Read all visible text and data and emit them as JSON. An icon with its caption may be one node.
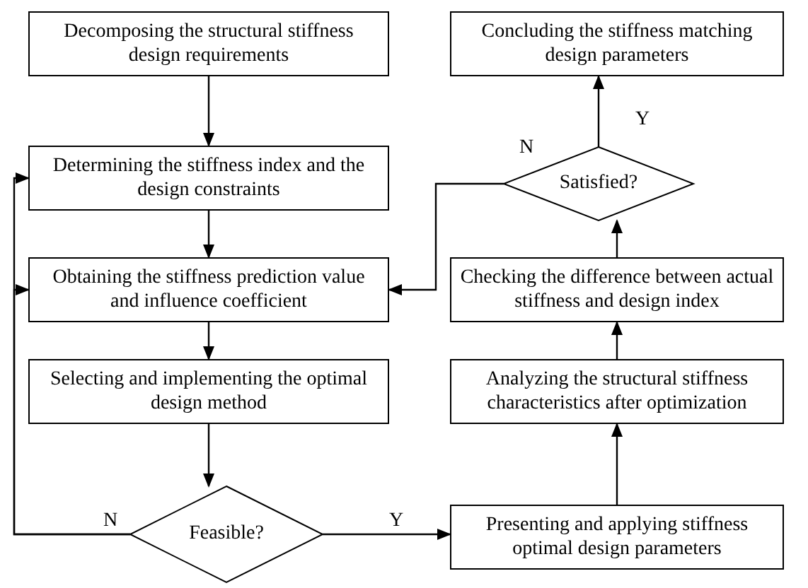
{
  "diagram": {
    "nodes": [
      {
        "text": [
          "Decomposing the structural stiffness design requirements"
        ]
      },
      {
        "text": [
          "Determining the stiffness index and the design constraints"
        ]
      },
      {
        "text": [
          "Obtaining the stiffness prediction value and influence coefficient"
        ]
      },
      {
        "text": [
          "Selecting and implementing the optimal design method"
        ]
      },
      {
        "text": [
          "Feasible?"
        ]
      },
      {
        "text": [
          "Concluding the stiffness matching design parameters"
        ]
      },
      {
        "text": [
          "Satisfied?"
        ]
      },
      {
        "text": [
          "Checking the difference between actual stiffness and design index"
        ]
      },
      {
        "text": [
          "Analyzing the structural stiffness characteristics after optimization"
        ]
      },
      {
        "text": [
          "Presenting and applying stiffness optimal design parameters"
        ]
      }
    ],
    "edges": [
      {
        "from": 0,
        "to": 1,
        "arrow": "to"
      },
      {
        "from": 1,
        "to": 2,
        "arrow": "to"
      },
      {
        "from": 2,
        "to": 3,
        "arrow": "to"
      },
      {
        "from": 3,
        "to": 4,
        "arrow": "to"
      },
      {
        "from": 4,
        "to": 1,
        "arrow": "to",
        "label": "N"
      },
      {
        "from": 4,
        "to": 2,
        "arrow": "to"
      },
      {
        "from": 4,
        "to": 9,
        "arrow": "to",
        "label": "Y"
      },
      {
        "from": 9,
        "to": 8,
        "arrow": "to"
      },
      {
        "from": 8,
        "to": 7,
        "arrow": "to"
      },
      {
        "from": 7,
        "to": 6,
        "arrow": "to"
      },
      {
        "from": 6,
        "to": 5,
        "arrow": "to",
        "label": "Y"
      },
      {
        "from": 6,
        "to": 2,
        "arrow": "to",
        "label": "N"
      }
    ]
  }
}
